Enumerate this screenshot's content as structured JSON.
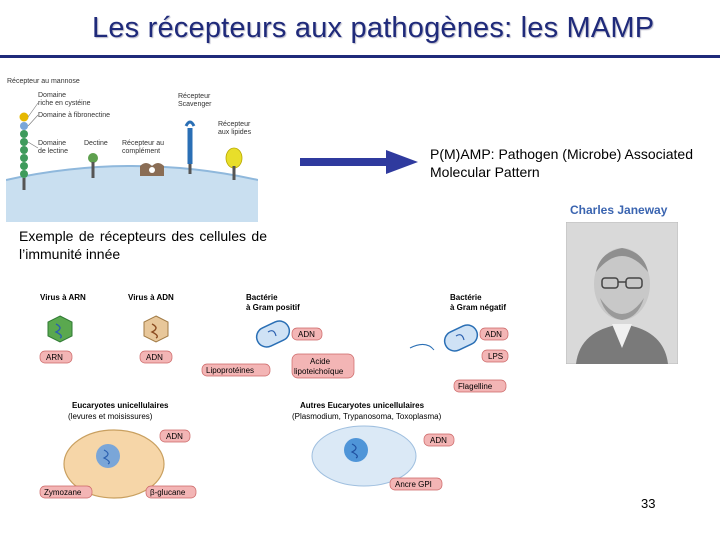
{
  "slide": {
    "title": "Les récepteurs aux pathogènes: les MAMP",
    "pamp_text": "P(M)AMP:  Pathogen   (Microbe) Associated Molecular Pattern",
    "scientist_name": "Charles Janeway",
    "caption": "Exemple de récepteurs des cellules de l’immunité innée",
    "page_number": "33"
  },
  "receptor_figure": {
    "labels": {
      "mannose": "Récepteur au mannose",
      "cys_domain_1": "Domaine",
      "cys_domain_2": "riche en cystéine",
      "fibronectin": "Domaine à fibronectine",
      "lectin_1": "Domaine",
      "lectin_2": "de lectine",
      "dectin": "Dectine",
      "complement_1": "Récepteur au",
      "complement_2": "complément",
      "scavenger_1": "Récepteur",
      "scavenger_2": "Scavenger",
      "lipid_1": "Récepteur",
      "lipid_2": "aux lipides"
    }
  },
  "pathogen_figure": {
    "groups": {
      "rna_virus": "Virus à ARN",
      "dna_virus": "Virus à ADN",
      "gram_pos_1": "Bactérie",
      "gram_pos_2": "à Gram positif",
      "gram_neg_1": "Bactérie",
      "gram_neg_2": "à Gram négatif",
      "fungi_1": "Eucaryotes unicellulaires",
      "fungi_2": "(levures et moisissures)",
      "protists_1": "Autres Eucaryotes unicellulaires",
      "protists_2": "(Plasmodium, Trypanosoma, Toxoplasma)"
    },
    "patterns": {
      "arn": "ARN",
      "adn": "ADN",
      "lipoproteins": "Lipoprotéines",
      "lta_1": "Acide",
      "lta_2": "lipoteichoïque",
      "lps": "LPS",
      "flagellin": "Flagelline",
      "zymosan": "Zymozane",
      "glucan": "β-glucane",
      "gpi": "Ancre GPI"
    }
  },
  "colors": {
    "title": "#1f2a7a",
    "janeway": "#3a64b0",
    "arrow": "#2f3a9e",
    "label_box": "#f3b5b5"
  }
}
